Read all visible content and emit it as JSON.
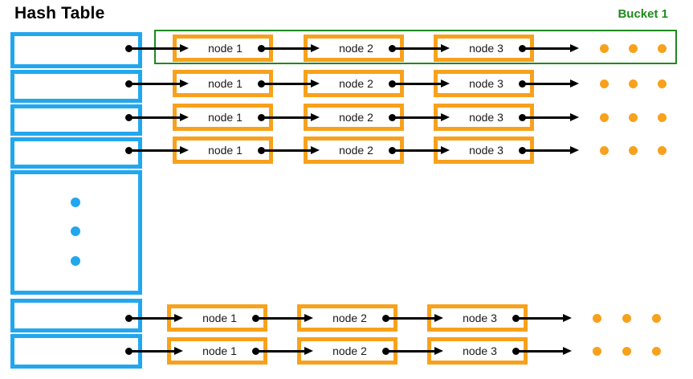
{
  "title": "Hash Table",
  "bucket_label": "Bucket 1",
  "colors": {
    "table_blue": "#22A7EE",
    "node_orange": "#F7A11C",
    "bucket_green": "#1E8A1E",
    "connector_black": "#000000"
  },
  "hash_table": {
    "visible_slot_count": 6,
    "ellipsis_dot_count": 3
  },
  "chains": [
    {
      "bucket": "Bucket 1",
      "nodes": [
        "node 1",
        "node 2",
        "node 3"
      ],
      "trailing_ellipsis_dots": 3
    },
    {
      "nodes": [
        "node 1",
        "node 2",
        "node 3"
      ],
      "trailing_ellipsis_dots": 3
    },
    {
      "nodes": [
        "node 1",
        "node 2",
        "node 3"
      ],
      "trailing_ellipsis_dots": 3
    },
    {
      "nodes": [
        "node 1",
        "node 2",
        "node 3"
      ],
      "trailing_ellipsis_dots": 3
    },
    {
      "nodes": [
        "node 1",
        "node 2",
        "node 3"
      ],
      "trailing_ellipsis_dots": 3
    },
    {
      "nodes": [
        "node 1",
        "node 2",
        "node 3"
      ],
      "trailing_ellipsis_dots": 3
    }
  ]
}
